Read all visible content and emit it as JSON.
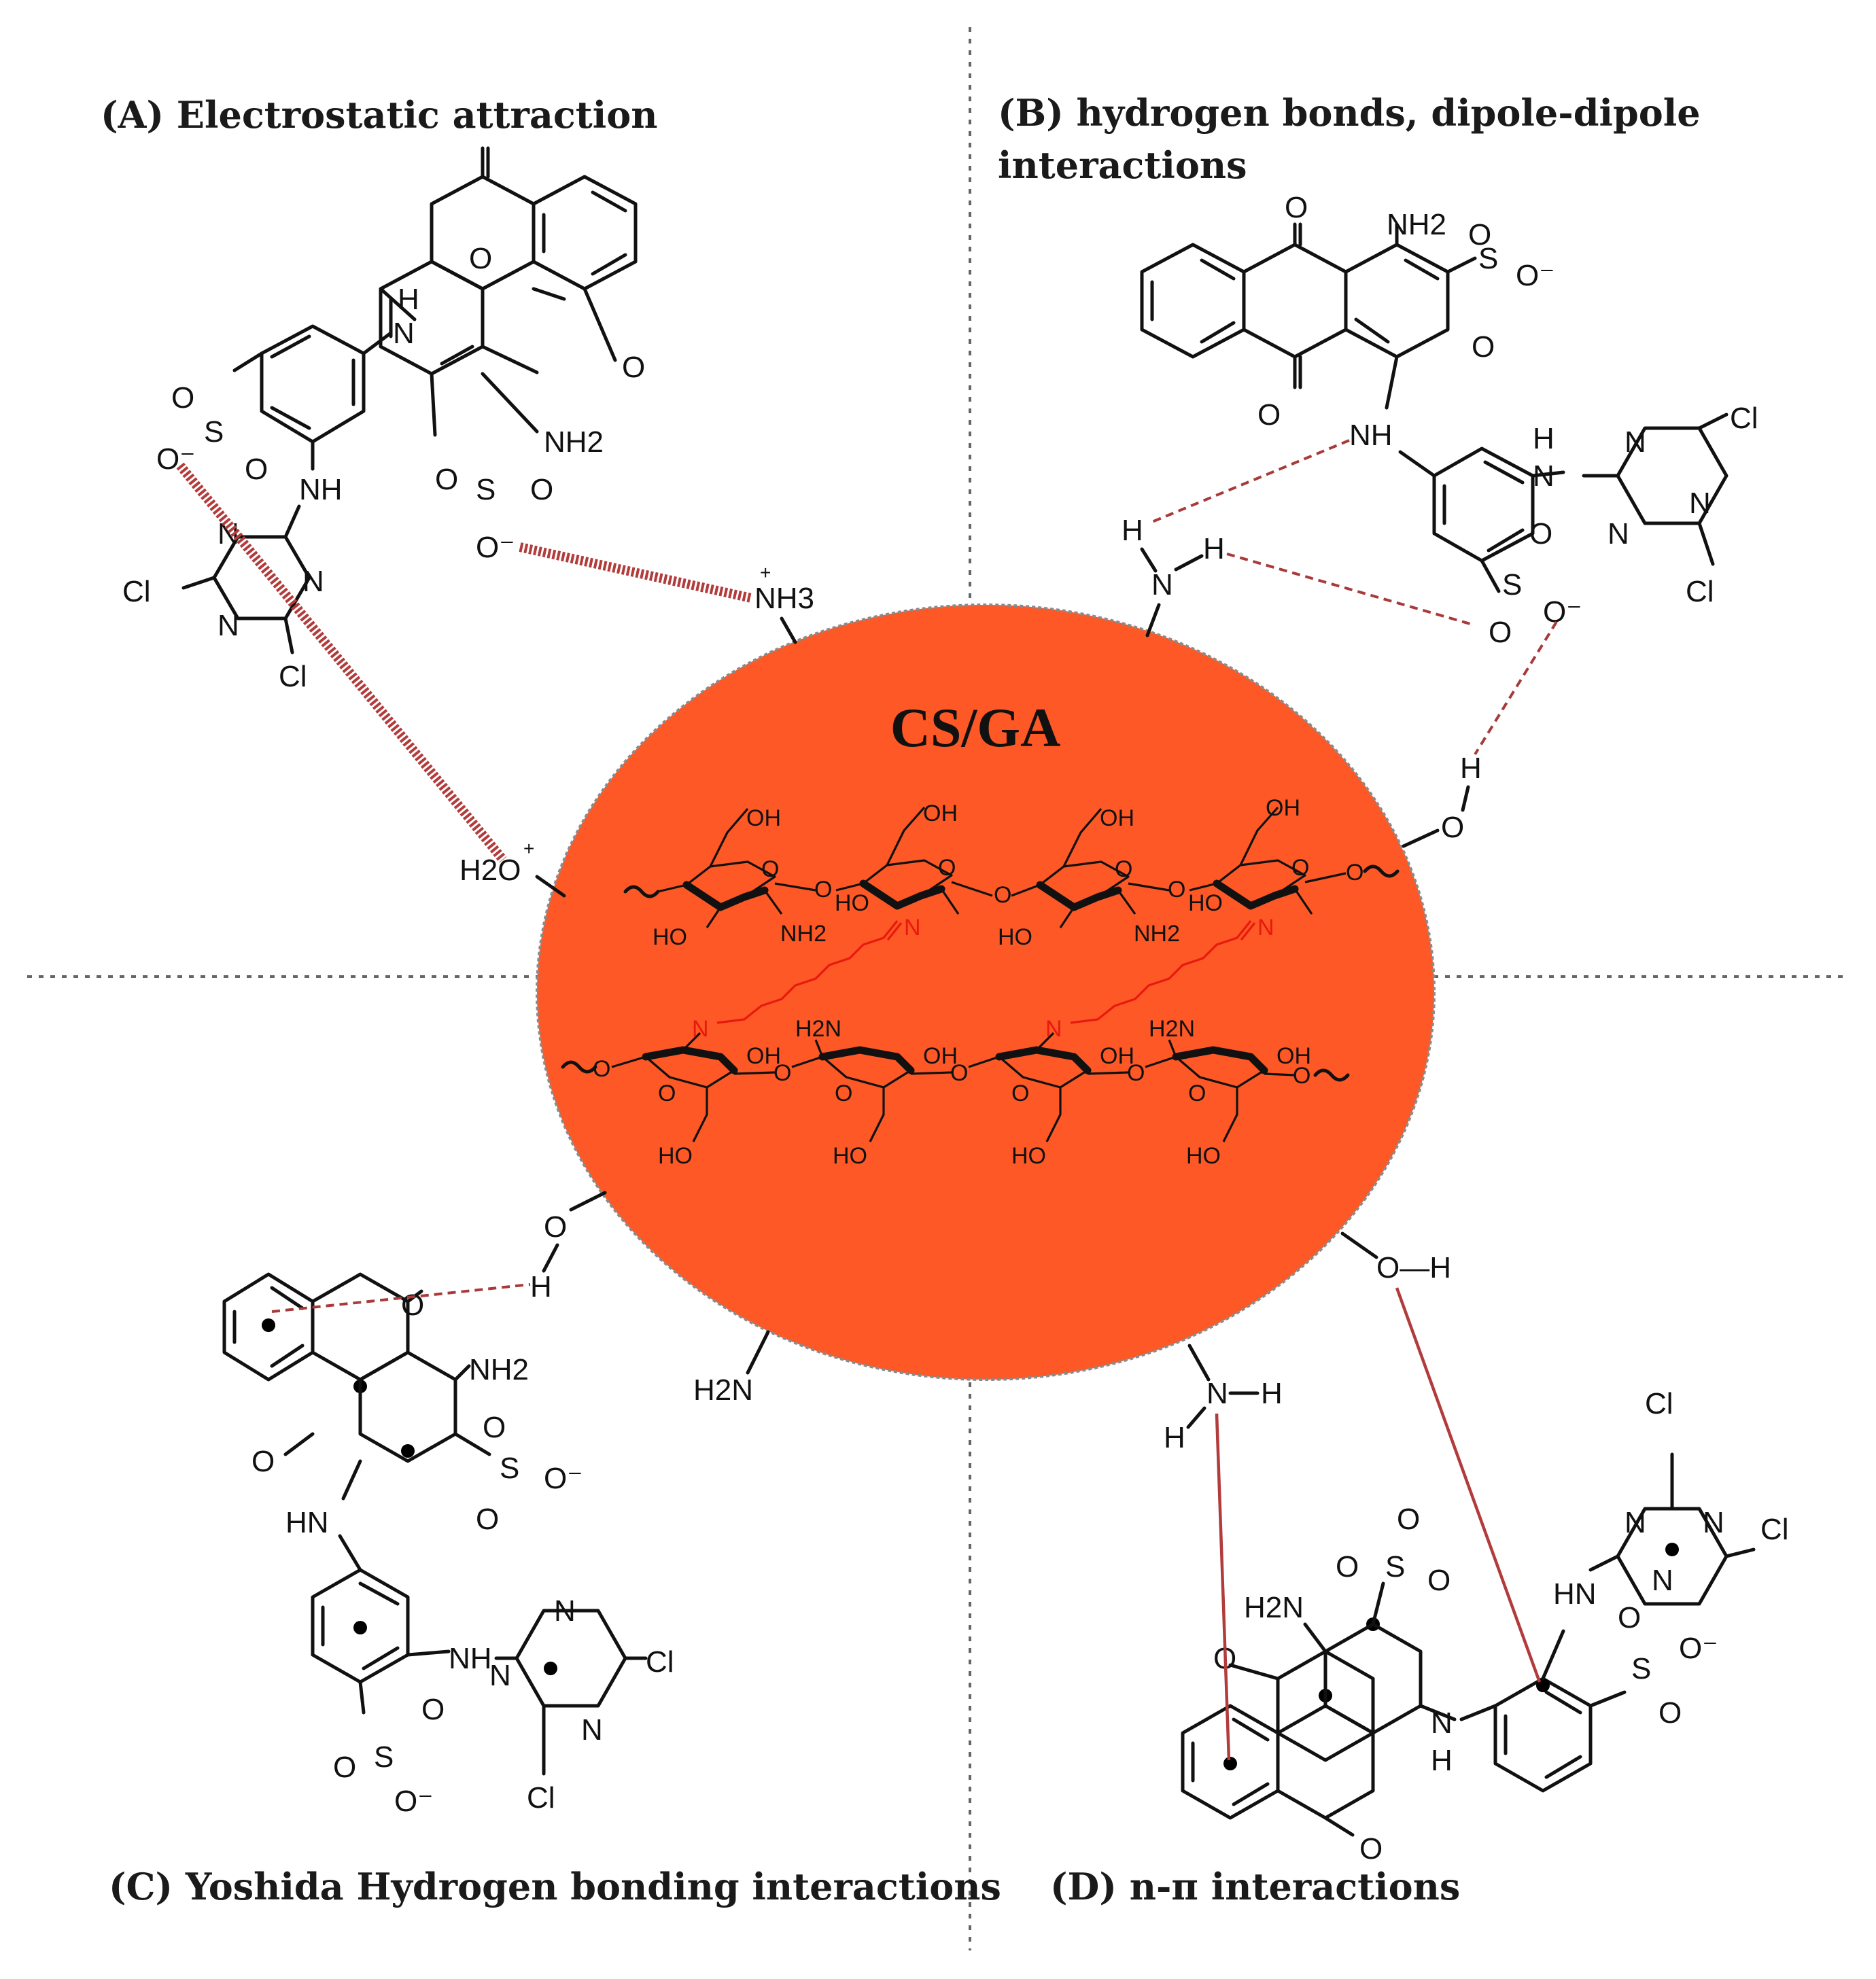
{
  "panels": {
    "a": "(A) Electrostatic attraction",
    "b_line1": "(B) hydrogen bonds, dipole-dipole",
    "b_line2": "interactions",
    "c": "(C) Yoshida Hydrogen bonding interactions",
    "d": "(D) n-π interactions"
  },
  "core": {
    "title": "CS/GA",
    "fill": "#fd5825",
    "crosslink_color": "#e8190e"
  },
  "surface_groups": {
    "nh3": "NH3",
    "nh3_charge": "+",
    "h2o_plus": "H2O",
    "h2o_charge": "+",
    "oh_b_o": "O",
    "oh_b_h": "H",
    "nh2_b_n": "N",
    "nh2_b_h1": "H",
    "nh2_b_h2": "H",
    "oh_c_o": "O",
    "oh_c_h": "H",
    "h2n_c": "H2N",
    "oh_d": "O—H",
    "nh2_d_n": "N",
    "nh2_d_h1": "H",
    "nh2_d_h2": "H"
  },
  "atom_labels": {
    "O": "O",
    "O_minus": "O⁻",
    "NH2": "NH2",
    "NH": "NH",
    "HN": "HN",
    "H": "H",
    "N": "N",
    "Cl": "Cl",
    "S": "S",
    "OH": "OH",
    "HO": "HO",
    "H2N": "H2N"
  },
  "colors": {
    "interaction_line": "#b23b3b",
    "divider": "#666666"
  }
}
